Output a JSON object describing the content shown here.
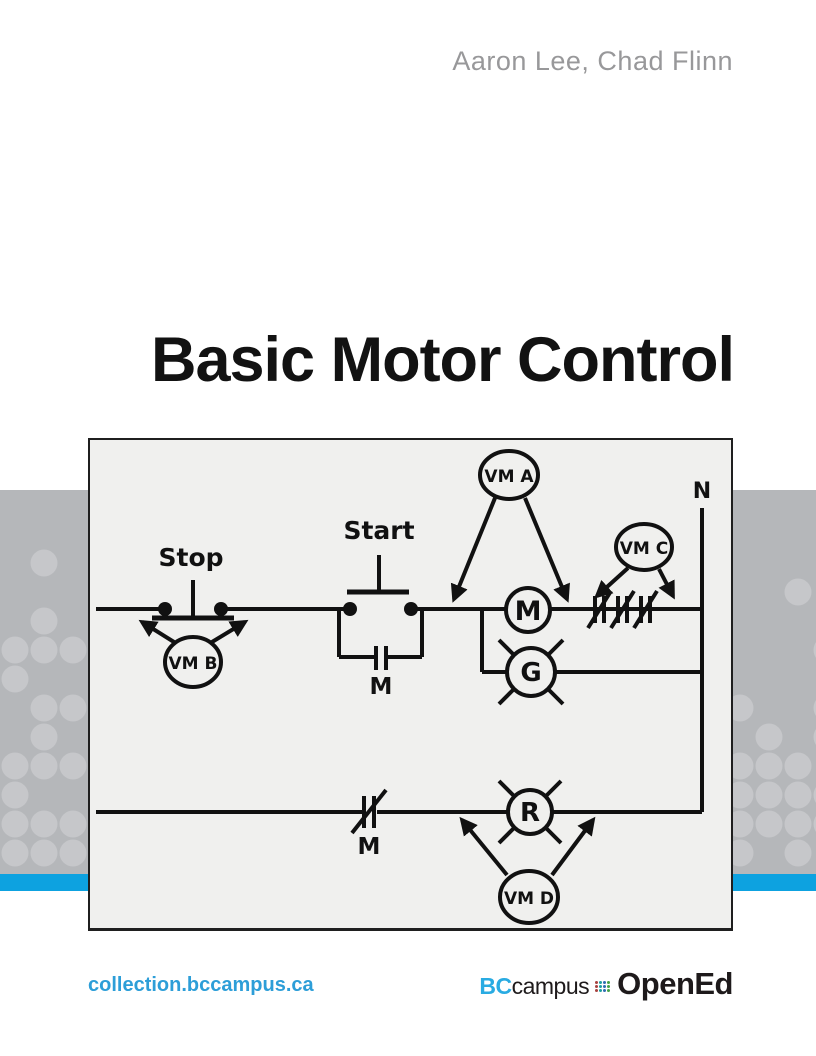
{
  "page": {
    "author_line": "Aaron Lee, Chad Flinn",
    "title": "Basic Motor Control",
    "background_color": "#ffffff"
  },
  "banner": {
    "band_color": "#b5b7ba",
    "band_dot_color": "#c6c7ca",
    "stripe_color": "#0da2e0"
  },
  "diagram": {
    "background_color": "#f0f0ee",
    "border_color": "#1f1f1f",
    "line_color": "#111111",
    "labels": {
      "stop_button": "Stop",
      "start_button": "Start",
      "seal_in_contact": "M",
      "coil_m": "M",
      "pilot_light_g": "G",
      "pilot_light_r": "R",
      "nc_contact_m": "M",
      "neutral": "N",
      "voltmeter_a": "VM A",
      "voltmeter_b": "VM B",
      "voltmeter_c": "VM C",
      "voltmeter_d": "VM D"
    }
  },
  "footer": {
    "link": "collection.bccampus.ca",
    "link_color": "#2d9ed8",
    "logo": {
      "bc": "BC",
      "campus": "campus",
      "opened": "OpenEd",
      "bc_color": "#29abe2",
      "text_color": "#1e1a1b",
      "dots_grid_colors": [
        "#a8423f",
        "#1c9fa0",
        "#2e6cb2",
        "#43a147"
      ]
    }
  }
}
